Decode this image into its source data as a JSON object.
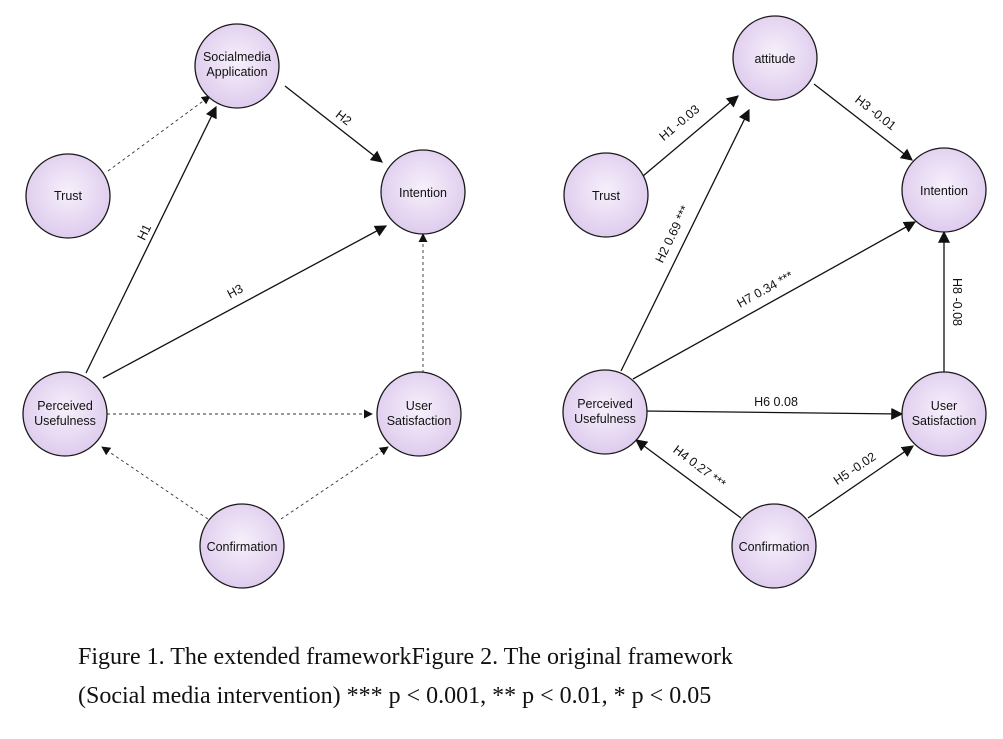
{
  "figure1": {
    "nodes": {
      "social": [
        "Socialmedia",
        "Application"
      ],
      "trust": [
        "Trust"
      ],
      "intention": [
        "Intention"
      ],
      "pu": [
        "Perceived",
        "Usefulness"
      ],
      "us": [
        "User",
        "Satisfaction"
      ],
      "conf": [
        "Confirmation"
      ]
    },
    "edges": {
      "h1": "H1",
      "h2": "H2",
      "h3": "H3"
    }
  },
  "figure2": {
    "nodes": {
      "attitude": [
        "attitude"
      ],
      "trust": [
        "Trust"
      ],
      "intention": [
        "Intention"
      ],
      "pu": [
        "Perceived",
        "Usefulness"
      ],
      "us": [
        "User",
        "Satisfaction"
      ],
      "conf": [
        "Confirmation"
      ]
    },
    "edges": {
      "h1": "H1 -0.03",
      "h2": "H2 0.69 ***",
      "h3": "H3 -0.01",
      "h4": "H4 0.27 ***",
      "h5": "H5 -0.02",
      "h6": "H6 0.08",
      "h7": "H7 0.34 ***",
      "h8": "H8 -0.08"
    }
  },
  "caption": {
    "line1": "Figure 1. The extended frameworkFigure 2. The original framework",
    "line2": "(Social media intervention) *** p < 0.001, ** p < 0.01, * p < 0.05"
  },
  "colors": {
    "node_fill_center": "#f6f0fb",
    "node_fill_edge": "#dcc8ec",
    "stroke": "#111111"
  }
}
